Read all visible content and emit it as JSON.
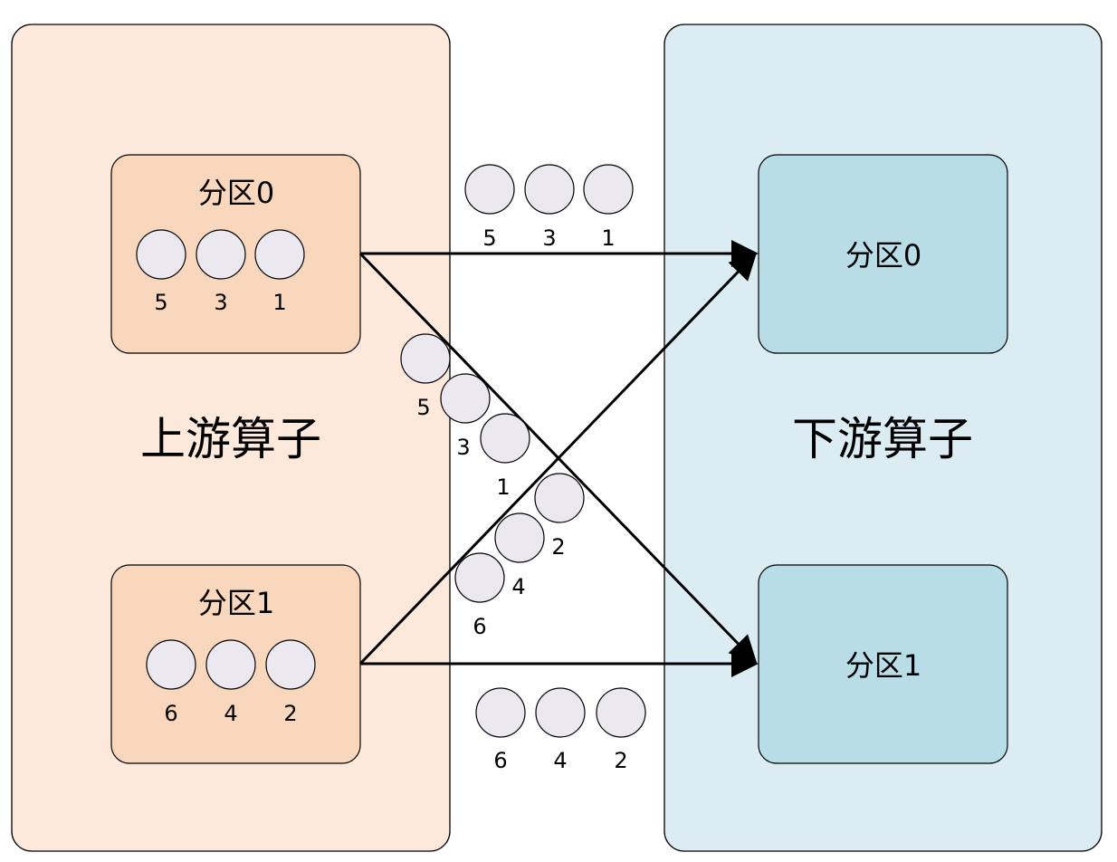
{
  "colors": {
    "upstream_bg": "#fce9dc",
    "upstream_partition": "#f9d7bd",
    "downstream_bg": "#dbedf3",
    "downstream_partition": "#b8dde7",
    "record": "#ebe8f0",
    "stroke": "#000000"
  },
  "upstream": {
    "title": "上游算子",
    "partitions": [
      {
        "label": "分区0",
        "records": [
          "5",
          "3",
          "1"
        ]
      },
      {
        "label": "分区1",
        "records": [
          "6",
          "4",
          "2"
        ]
      }
    ]
  },
  "downstream": {
    "title": "下游算子",
    "partitions": [
      {
        "label": "分区0"
      },
      {
        "label": "分区1"
      }
    ]
  },
  "flows": [
    {
      "from": "upstream.0",
      "to": "downstream.0",
      "records": [
        "5",
        "3",
        "1"
      ]
    },
    {
      "from": "upstream.0",
      "to": "downstream.1",
      "records": [
        "5",
        "3",
        "1"
      ]
    },
    {
      "from": "upstream.1",
      "to": "downstream.0",
      "records": [
        "6",
        "4",
        "2"
      ]
    },
    {
      "from": "upstream.1",
      "to": "downstream.1",
      "records": [
        "6",
        "4",
        "2"
      ]
    }
  ]
}
